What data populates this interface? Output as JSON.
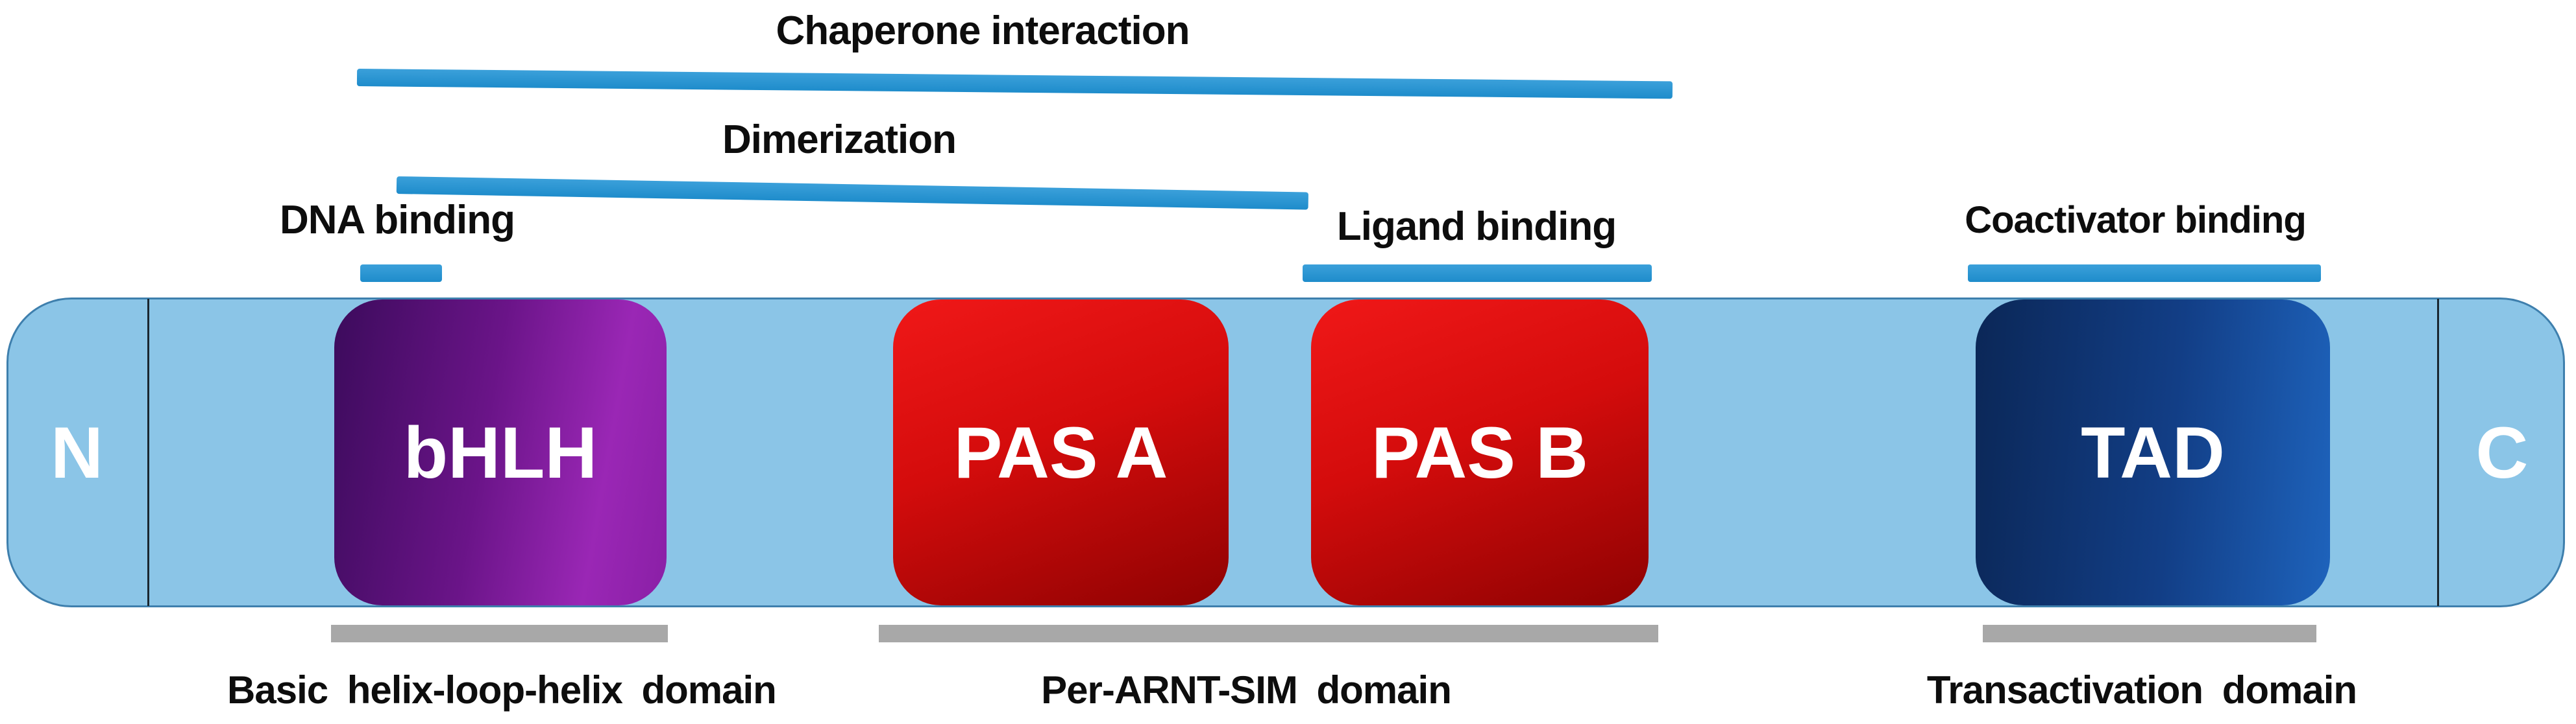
{
  "figure": {
    "backbone": {
      "n_terminus": "N",
      "c_terminus": "C",
      "fill_color": "#8BC5E7",
      "border_color": "#3E7FAD"
    },
    "top_annotations": {
      "chaperone": {
        "label": "Chaperone interaction"
      },
      "dimerization": {
        "label": "Dimerization"
      },
      "dna_binding": {
        "label": "DNA binding"
      },
      "ligand_binding": {
        "label": "Ligand binding"
      },
      "coactivator_binding": {
        "label": "Coactivator binding"
      }
    },
    "annotation_line_color": "#2496D6",
    "domains": [
      {
        "abbr": "bHLH",
        "color_start": "#3C0B5C",
        "color_end": "#9A27B5"
      },
      {
        "abbr": "PAS A",
        "color_start": "#F01818",
        "color_end": "#8E0202"
      },
      {
        "abbr": "PAS B",
        "color_start": "#F01818",
        "color_end": "#8E0202"
      },
      {
        "abbr": "TAD",
        "color_start": "#0B2757",
        "color_end": "#1E63BC"
      }
    ],
    "bottom_annotations": [
      {
        "label": "Basic helix-loop-helix domain"
      },
      {
        "label": "Per-ARNT-SIM domain"
      },
      {
        "label": "Transactivation domain"
      }
    ],
    "underline_color": "#A8A8A8"
  }
}
